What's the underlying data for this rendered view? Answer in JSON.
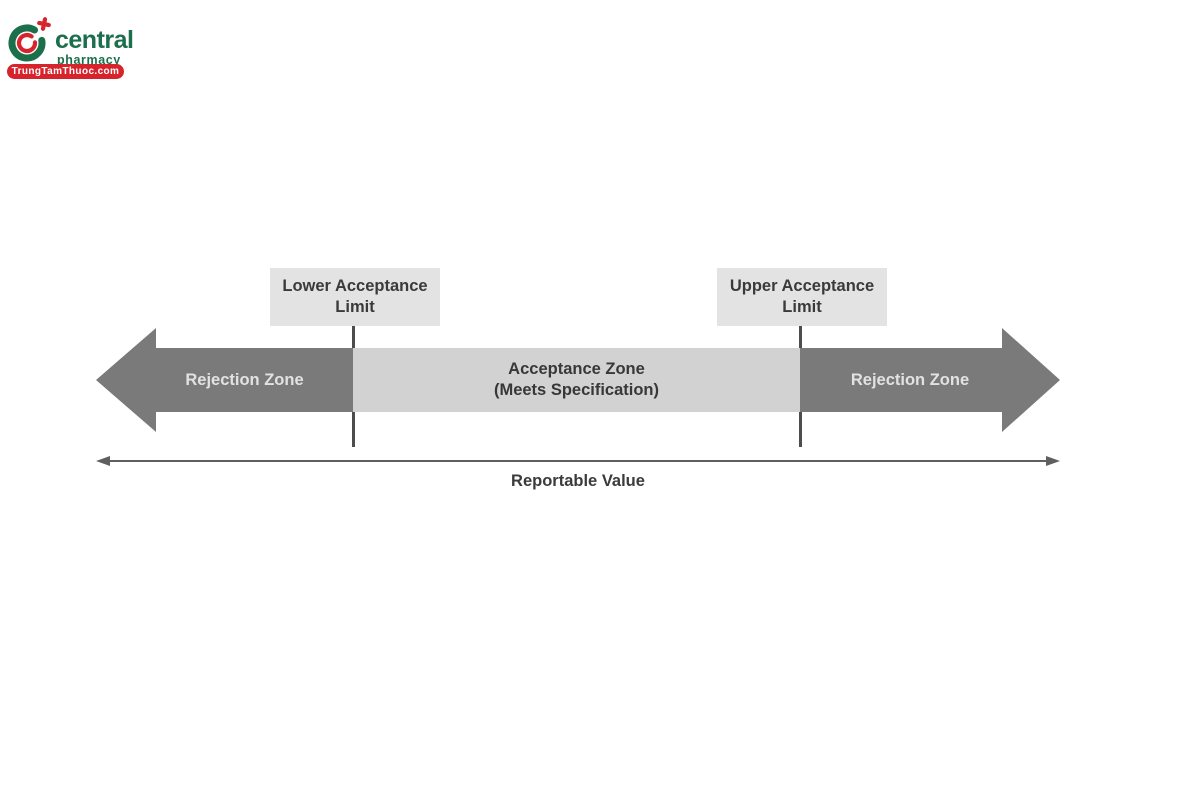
{
  "logo": {
    "brand": "central",
    "tagline": "pharmacy",
    "banner": "TrungTamThuoc.com",
    "green": "#1b6f4b",
    "red": "#d7232b"
  },
  "diagram": {
    "lower_limit_label": "Lower Acceptance\nLimit",
    "upper_limit_label": "Upper Acceptance\nLimit",
    "left_rejection_label": "Rejection Zone",
    "acceptance_label": "Acceptance Zone\n(Meets Specification)",
    "right_rejection_label": "Rejection Zone",
    "axis_label": "Reportable Value",
    "colors": {
      "rejection_arrow": "#7a7a7a",
      "acceptance_band": "#d2d2d2",
      "limit_box_bg": "#e3e3e3",
      "dark_text": "#3a3a3a",
      "light_text": "#e2e2e2",
      "tick_line": "#4d4d4d",
      "axis_line": "#5f5f5f"
    }
  }
}
